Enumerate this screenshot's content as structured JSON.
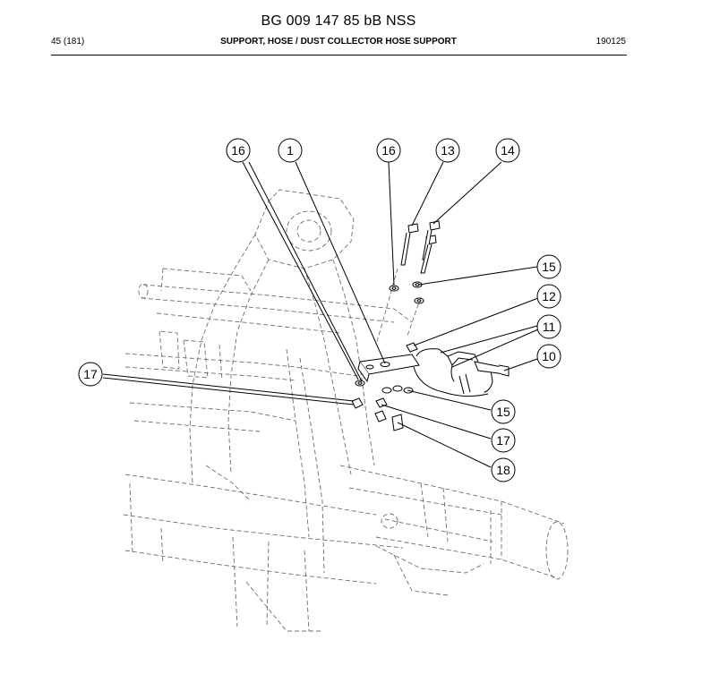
{
  "header": {
    "document_id": "BG 009 147 85 bB NSS",
    "page": "45 (181)",
    "section_title": "SUPPORT, HOSE / DUST COLLECTOR HOSE SUPPORT",
    "date": "190125"
  },
  "callouts": [
    {
      "id": "callout-16-left",
      "label": "16"
    },
    {
      "id": "callout-1",
      "label": "1"
    },
    {
      "id": "callout-16-right",
      "label": "16"
    },
    {
      "id": "callout-13",
      "label": "13"
    },
    {
      "id": "callout-14",
      "label": "14"
    },
    {
      "id": "callout-15-top",
      "label": "15"
    },
    {
      "id": "callout-12",
      "label": "12"
    },
    {
      "id": "callout-11",
      "label": "11"
    },
    {
      "id": "callout-10",
      "label": "10"
    },
    {
      "id": "callout-17-left",
      "label": "17"
    },
    {
      "id": "callout-15-bottom",
      "label": "15"
    },
    {
      "id": "callout-17-right",
      "label": "17"
    },
    {
      "id": "callout-18",
      "label": "18"
    }
  ]
}
